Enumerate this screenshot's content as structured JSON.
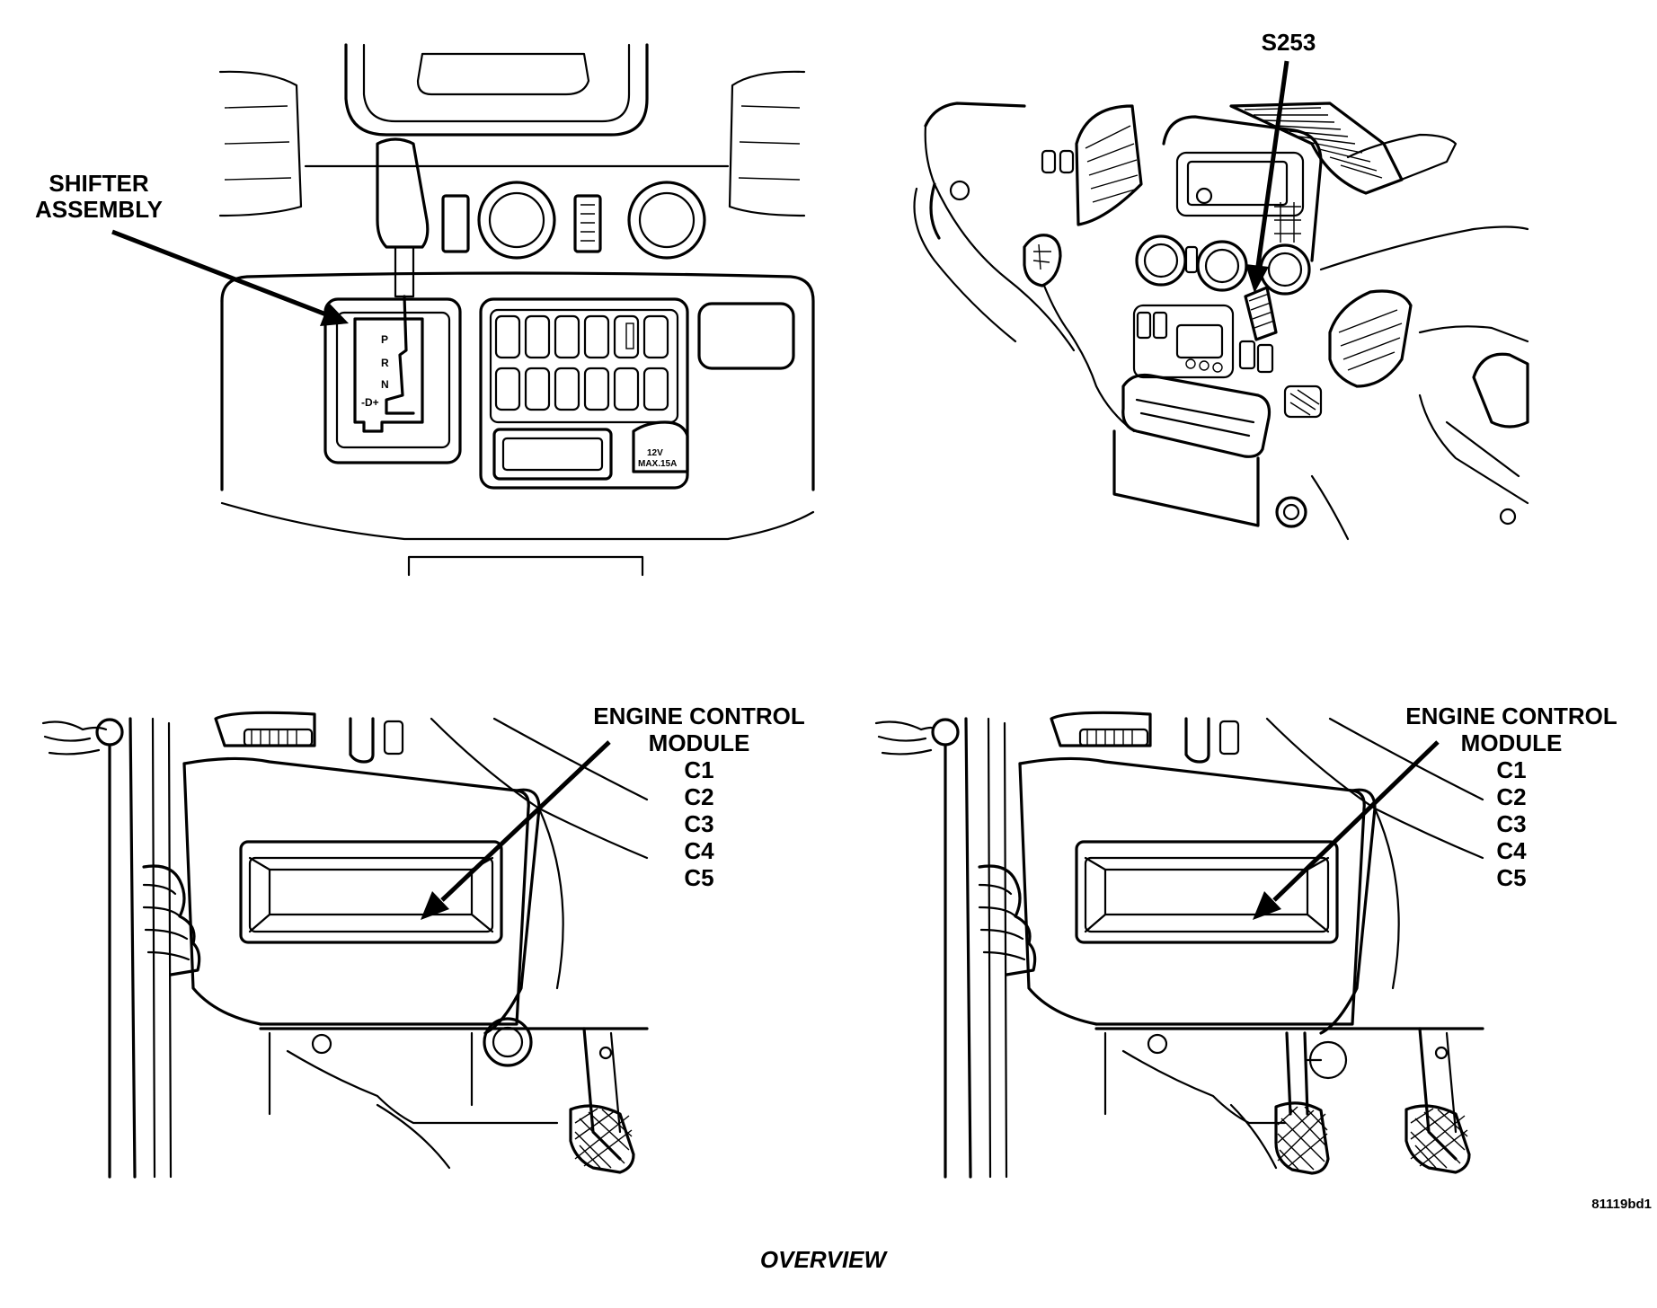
{
  "labels": {
    "shifter_line1": "SHIFTER",
    "shifter_line2": "ASSEMBLY",
    "splice": "S253",
    "ecm_title_line1": "ENGINE CONTROL",
    "ecm_title_line2": "MODULE",
    "connectors": [
      "C1",
      "C2",
      "C3",
      "C4",
      "C5"
    ],
    "shifter_positions": [
      "P",
      "R",
      "N",
      "-D+"
    ],
    "outlet_text_1": "12V",
    "outlet_text_2": "MAX.15A",
    "figure_code": "81119bd1",
    "caption": "OVERVIEW"
  }
}
